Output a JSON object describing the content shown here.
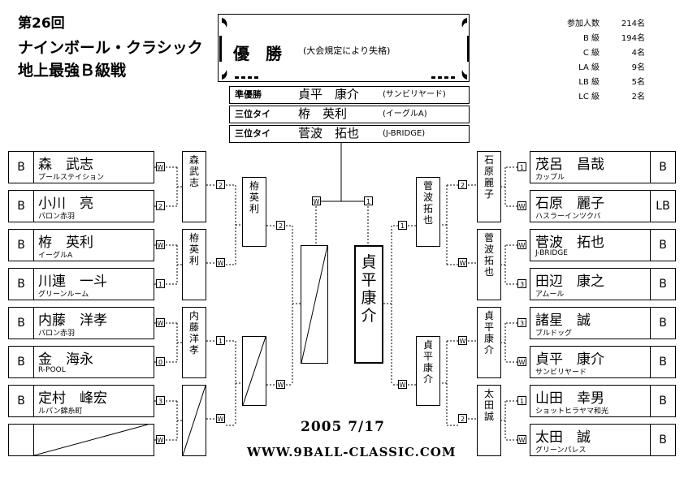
{
  "title": {
    "line1": "第26回",
    "line2": "ナインボール・クラシック",
    "line3": "地上最強Ｂ級戦"
  },
  "stats": [
    {
      "label": "参加人数",
      "value": "214名"
    },
    {
      "label": "B 級",
      "value": "194名"
    },
    {
      "label": "C 級",
      "value": "4名"
    },
    {
      "label": "LA 級",
      "value": "9名"
    },
    {
      "label": "LB 級",
      "value": "5名"
    },
    {
      "label": "LC 級",
      "value": "2名"
    }
  ],
  "champion": {
    "label": "優　勝",
    "note": "(大会規定により失格)"
  },
  "placings": [
    {
      "rank": "準優勝",
      "name": "貞平　康介",
      "aff": "(サンビリヤード)"
    },
    {
      "rank": "三位タイ",
      "name": "栫　英利",
      "aff": "(イーグルA)"
    },
    {
      "rank": "三位タイ",
      "name": "菅波　拓也",
      "aff": "(J-BRIDGE)"
    }
  ],
  "left_players": [
    {
      "cls": "B",
      "name": "森　武志",
      "aff": "プールステイション",
      "score": "W"
    },
    {
      "cls": "B",
      "name": "小川　亮",
      "aff": "パロン赤羽",
      "score": "2"
    },
    {
      "cls": "B",
      "name": "栫　英利",
      "aff": "イーグルA",
      "score": "W"
    },
    {
      "cls": "B",
      "name": "川連　一斗",
      "aff": "グリーンルーム",
      "score": "1"
    },
    {
      "cls": "B",
      "name": "内藤　洋孝",
      "aff": "パロン赤羽",
      "score": "W"
    },
    {
      "cls": "B",
      "name": "金　海永",
      "aff": "R-POOL",
      "score": "0"
    },
    {
      "cls": "B",
      "name": "定村　峰宏",
      "aff": "ルパン錦糸町",
      "score": "3"
    },
    {
      "cls": "",
      "name": "",
      "aff": "",
      "score": "W"
    }
  ],
  "right_players": [
    {
      "cls": "B",
      "name": "茂呂　昌哉",
      "aff": "カップル",
      "score": "1"
    },
    {
      "cls": "LB",
      "name": "石原　麗子",
      "aff": "ハスラーインツクバ",
      "score": "W"
    },
    {
      "cls": "B",
      "name": "菅波　拓也",
      "aff": "J-BRIDGE",
      "score": "W"
    },
    {
      "cls": "B",
      "name": "田辺　康之",
      "aff": "アムール",
      "score": "3"
    },
    {
      "cls": "B",
      "name": "諸星　誠",
      "aff": "ブルドッグ",
      "score": "3"
    },
    {
      "cls": "B",
      "name": "貞平　康介",
      "aff": "サンビリヤード",
      "score": "W"
    },
    {
      "cls": "B",
      "name": "山田　幸男",
      "aff": "ショットヒラヤマ和光",
      "score": "1"
    },
    {
      "cls": "B",
      "name": "太田　誠",
      "aff": "グリーンパレス",
      "score": "W"
    }
  ],
  "left_r2": [
    {
      "name": "森武志",
      "score": "2"
    },
    {
      "name": "栫英利",
      "score": "W"
    },
    {
      "name": "内藤洋孝",
      "score": "1"
    },
    {
      "name": "",
      "score": "W"
    }
  ],
  "left_r3": [
    {
      "name": "栫英利",
      "score": "2"
    },
    {
      "name": "",
      "score": "W"
    }
  ],
  "right_r2": [
    {
      "name": "石原麗子",
      "score": "2"
    },
    {
      "name": "菅波拓也",
      "score": "W"
    },
    {
      "name": "貞平康介",
      "score": "W"
    },
    {
      "name": "太田誠",
      "score": "2"
    }
  ],
  "right_r3": [
    {
      "name": "菅波拓也",
      "score": "1"
    },
    {
      "name": "貞平康介",
      "score": "W"
    }
  ],
  "final": {
    "left_score": "W",
    "right_score": "1",
    "right_name": "貞平　康介",
    "center_score": "1"
  },
  "footer": {
    "date": "2005 7/17",
    "url": "WWW.9BALL-CLASSIC.COM"
  }
}
